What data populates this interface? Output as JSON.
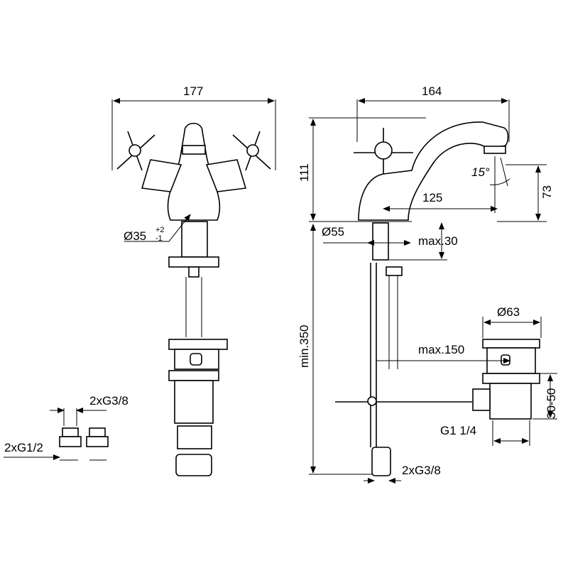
{
  "dimensions": {
    "front_width": "177",
    "side_width": "164",
    "height": "111",
    "angle": "15°",
    "spout_height": "73",
    "spout_reach": "125",
    "hole_diameter": "Ø35",
    "hole_tol_plus": "+2",
    "hole_tol_minus": "-1",
    "base_diameter": "Ø55",
    "max_deck": "max.30",
    "min_hose": "min.350",
    "waste_diameter": "Ø63",
    "max_rod": "max.150",
    "waste_range": "30-50",
    "connection_g38_left": "2xG3/8",
    "connection_g12": "2xG1/2",
    "waste_thread": "G1 1/4",
    "connection_g38_right": "2xG3/8"
  }
}
